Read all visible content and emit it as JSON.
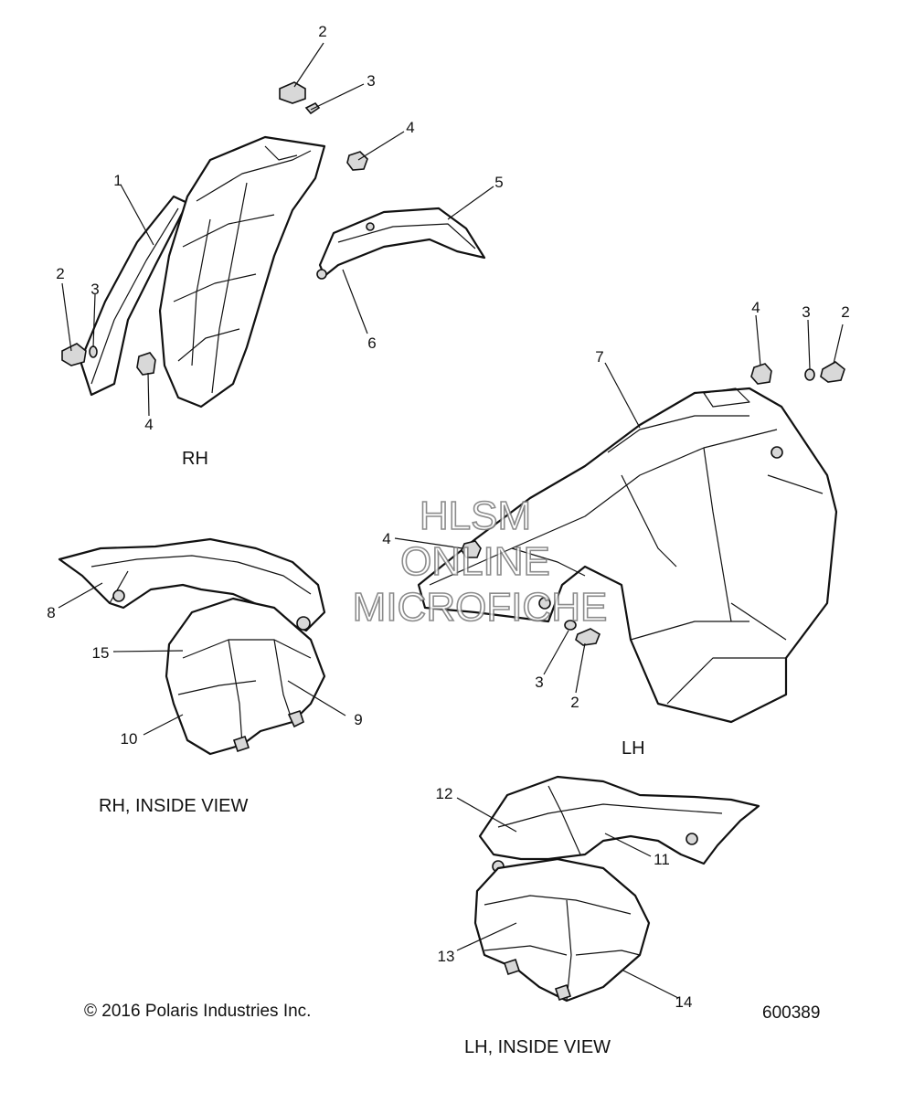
{
  "watermark": {
    "line1": "HLSM",
    "line2": "ONLINE",
    "line3": "MICROFICHE"
  },
  "view_labels": {
    "rh": "RH",
    "lh": "LH",
    "rh_inside": "RH, INSIDE VIEW",
    "lh_inside": "LH, INSIDE VIEW"
  },
  "copyright": "© 2016 Polaris Industries Inc.",
  "drawing_number": "600389",
  "callouts": [
    {
      "id": "c-2a",
      "label": "2"
    },
    {
      "id": "c-3a",
      "label": "3"
    },
    {
      "id": "c-4a",
      "label": "4"
    },
    {
      "id": "c-1",
      "label": "1"
    },
    {
      "id": "c-5",
      "label": "5"
    },
    {
      "id": "c-2b",
      "label": "2"
    },
    {
      "id": "c-3b",
      "label": "3"
    },
    {
      "id": "c-6",
      "label": "6"
    },
    {
      "id": "c-4b",
      "label": "4"
    },
    {
      "id": "c-4c",
      "label": "4"
    },
    {
      "id": "c-3c",
      "label": "3"
    },
    {
      "id": "c-2c",
      "label": "2"
    },
    {
      "id": "c-7",
      "label": "7"
    },
    {
      "id": "c-4d",
      "label": "4"
    },
    {
      "id": "c-3d",
      "label": "3"
    },
    {
      "id": "c-2d",
      "label": "2"
    },
    {
      "id": "c-8",
      "label": "8"
    },
    {
      "id": "c-15",
      "label": "15"
    },
    {
      "id": "c-10",
      "label": "10"
    },
    {
      "id": "c-9",
      "label": "9"
    },
    {
      "id": "c-12",
      "label": "12"
    },
    {
      "id": "c-11",
      "label": "11"
    },
    {
      "id": "c-13",
      "label": "13"
    },
    {
      "id": "c-14",
      "label": "14"
    }
  ]
}
